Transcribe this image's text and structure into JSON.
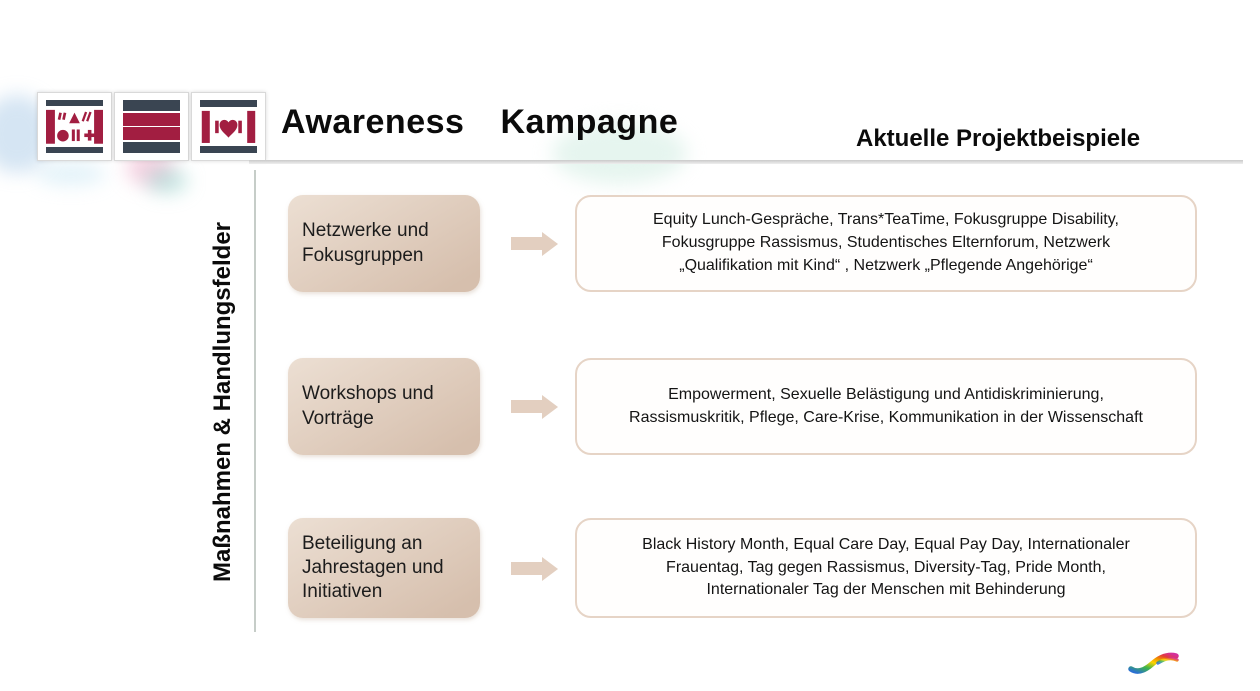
{
  "slide": {
    "title_word1": "Awareness",
    "title_word2": "Kampagne",
    "right_heading": "Aktuelle Projektbeispiele",
    "vertical_label": "Maßnahmen & Handlungsfelder"
  },
  "rows": [
    {
      "category": "Netzwerke und Fokusgruppen",
      "examples": "Equity Lunch-Gespräche, Trans*TeaTime, Fokusgruppe Disability, Fokusgruppe Rassismus, Studentisches Elternforum, Netzwerk „Qualifikation mit Kind“ , Netzwerk „Pflegende Angehörige“"
    },
    {
      "category": "Workshops und Vorträge",
      "examples": "Empowerment, Sexuelle Belästigung und Antidiskriminierung, Rassismuskritik, Pflege, Care-Krise, Kommunikation in der Wissenschaft"
    },
    {
      "category": "Beteiligung an Jahrestagen und Initiativen",
      "examples": "Black History Month, Equal Care Day, Equal Pay Day, Internationaler Frauentag, Tag gegen Rassismus, Diversity-Tag, Pride Month, Internationaler Tag der Menschen mit Behinderung"
    }
  ],
  "icons": {
    "tile1": "pictogram-shapes-icon",
    "tile2": "equality-bars-icon",
    "tile3": "i-heart-i-icon",
    "arrow": "right-block-arrow-icon",
    "footer": "rainbow-swoosh-icon"
  },
  "colors": {
    "logo_red": "#a21e41",
    "logo_dark": "#3a4552",
    "box_tan": "#dcc3b0",
    "box_border_tan": "#e6d4c6"
  }
}
